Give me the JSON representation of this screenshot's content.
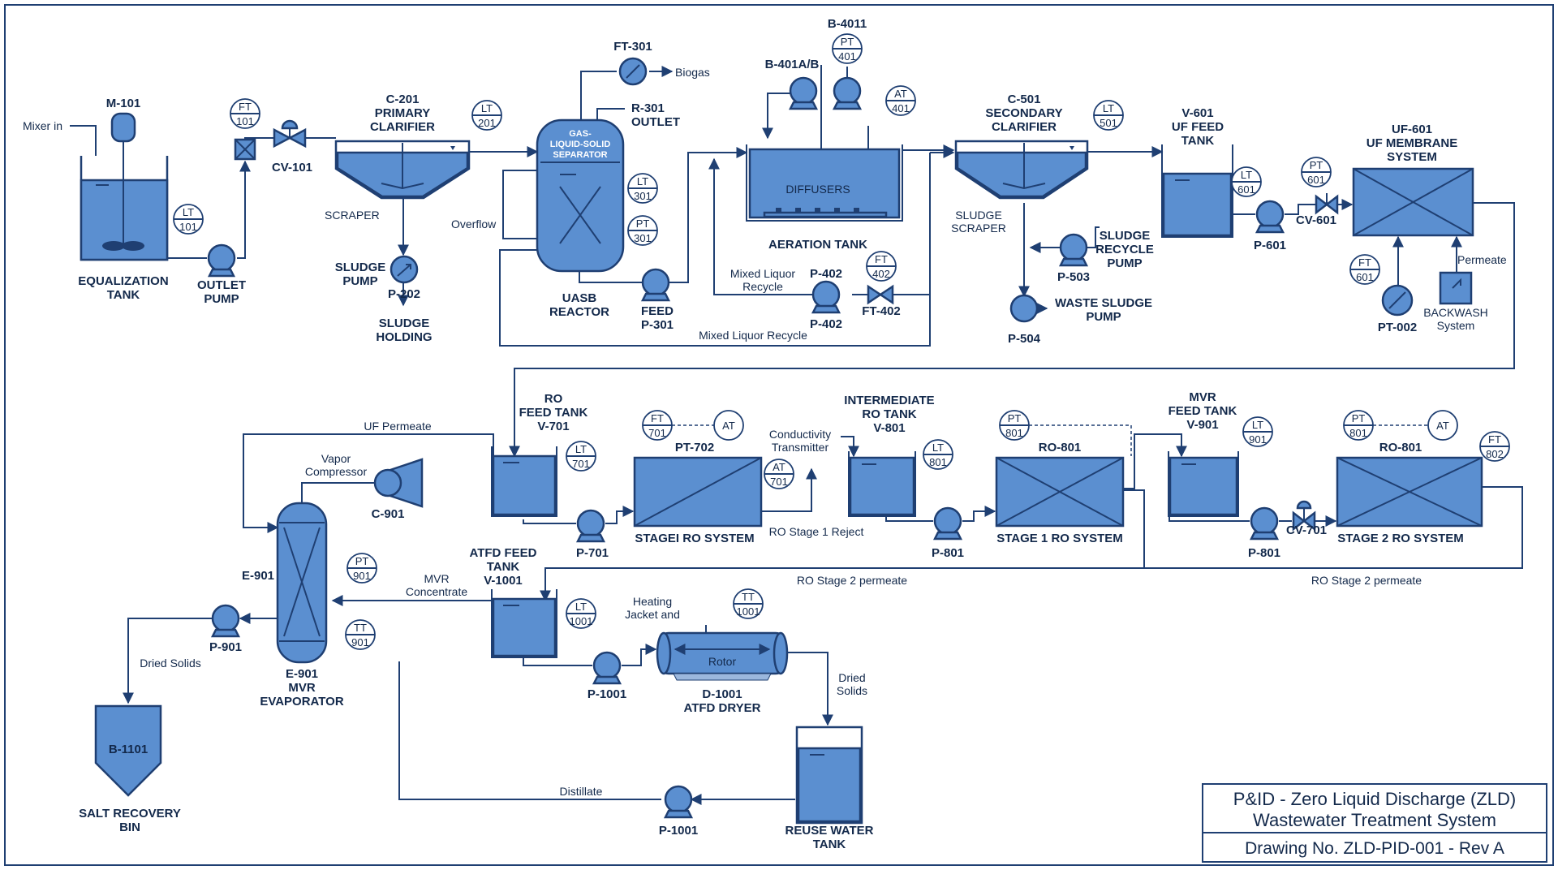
{
  "title_block": {
    "line1": "P&ID - Zero Liquid Discharge (ZLD)",
    "line2": "Wastewater Treatment System",
    "drawing_no": "Drawing No. ZLD-PID-001 - Rev A"
  },
  "labels": {
    "mixer_in": "Mixer in",
    "m101": "M-101",
    "eq_tank_1": "EQUALIZATION",
    "eq_tank_2": "TANK",
    "outlet_pump_1": "OUTLET",
    "outlet_pump_2": "PUMP",
    "cv101": "CV-101",
    "c201": "C-201",
    "primary_1": "PRIMARY",
    "primary_2": "CLARIFIER",
    "scraper": "SCRAPER",
    "sludge_pump_1": "SLUDGE",
    "sludge_pump_2": "PUMP",
    "p202": "P-202",
    "sludge_holding_1": "SLUDGE",
    "sludge_holding_2": "HOLDING",
    "ft301_tag": "FT-301",
    "biogas": "Biogas",
    "r301_1": "R-301",
    "r301_2": "OUTLET",
    "gls_1": "GAS-",
    "gls_2": "LIQUID-SOLID",
    "gls_3": "SEPARATOR",
    "overflow": "Overflow",
    "uasb_1": "UASB",
    "uasb_2": "REACTOR",
    "feed_p301_1": "FEED",
    "feed_p301_2": "P-301",
    "mixed_liquor_recycle": "Mixed Liquor Recycle",
    "b4011": "B-4011",
    "b401ab": "B-401A/B",
    "diffusers": "DIFFUSERS",
    "aeration_tank": "AERATION TANK",
    "mlr_1": "Mixed Liquor",
    "mlr_2": "Recycle",
    "p402_a": "P-402",
    "p402_b": "P-402",
    "ft402_tag": "FT-402",
    "c501": "C-501",
    "secondary_1": "SECONDARY",
    "secondary_2": "CLARIFIER",
    "sludge_scraper_1": "SLUDGE",
    "sludge_scraper_2": "SCRAPER",
    "srp_1": "SLUDGE",
    "srp_2": "RECYCLE",
    "srp_3": "PUMP",
    "p503": "P-503",
    "wsp_1": "WASTE SLUDGE",
    "wsp_2": "PUMP",
    "p504": "P-504",
    "v601_1": "V-601",
    "v601_2": "UF FEED",
    "v601_3": "TANK",
    "p601": "P-601",
    "cv601": "CV-601",
    "uf601_1": "UF-601",
    "uf601_2": "UF MEMBRANE",
    "uf601_3": "SYSTEM",
    "permeate": "Permeate",
    "pt002": "PT-002",
    "backwash_1": "BACKWASH",
    "backwash_2": "System",
    "ro_feed_1": "RO",
    "ro_feed_2": "FEED TANK",
    "ro_feed_3": "V-701",
    "uf_permeate": "UF Permeate",
    "p701": "P-701",
    "pt702": "PT-702",
    "stage1_ro_a": "STAGEI RO SYSTEM",
    "cond_1": "Conductivity",
    "cond_2": "Transmitter",
    "ro_stage1_reject": "RO Stage 1 Reject",
    "int_1": "INTERMEDIATE",
    "int_2": "RO TANK",
    "int_3": "V-801",
    "p801_a": "P-801",
    "ro801_a": "RO-801",
    "stage1_ro_b": "STAGE 1 RO SYSTEM",
    "mvr_feed_1": "MVR",
    "mvr_feed_2": "FEED TANK",
    "mvr_feed_3": "V-901",
    "p801_b": "P-801",
    "cv701": "CV-701",
    "ro801_b": "RO-801",
    "stage2_ro": "STAGE 2 RO SYSTEM",
    "ro_stage2_perm_a": "RO Stage 2 permeate",
    "ro_stage2_perm_b": "RO Stage 2 permeate",
    "vapor_1": "Vapor",
    "vapor_2": "Compressor",
    "c901": "C-901",
    "e901_side": "E-901",
    "e901_1": "E-901",
    "e901_2": "MVR",
    "e901_3": "EVAPORATOR",
    "mvr_conc_1": "MVR",
    "mvr_conc_2": "Concentrate",
    "p901": "P-901",
    "dried_solids_a": "Dried Solids",
    "atfd_feed_1": "ATFD FEED",
    "atfd_feed_2": "TANK",
    "atfd_feed_3": "V-1001",
    "heating_1": "Heating",
    "heating_2": "Jacket and",
    "rotor": "Rotor",
    "p1001_a": "P-1001",
    "d1001_1": "D-1001",
    "d1001_2": "ATFD DRYER",
    "dried_solids_b1": "Dried",
    "dried_solids_b2": "Solids",
    "b1101": "B-1101",
    "salt_1": "SALT RECOVERY",
    "salt_2": "BIN",
    "distillate": "Distillate",
    "p1001_b": "P-1001",
    "reuse_1": "REUSE WATER",
    "reuse_2": "TANK"
  },
  "instruments": {
    "ft101": [
      "FT",
      "101"
    ],
    "lt101": [
      "LT",
      "101"
    ],
    "lt201": [
      "LT",
      "201"
    ],
    "lt301": [
      "LT",
      "301"
    ],
    "pt301": [
      "PT",
      "301"
    ],
    "pt401": [
      "PT",
      "401"
    ],
    "at401": [
      "AT",
      "401"
    ],
    "ft402": [
      "FT",
      "402"
    ],
    "lt501": [
      "LT",
      "501"
    ],
    "lt601": [
      "LT",
      "601"
    ],
    "pt601": [
      "PT",
      "601"
    ],
    "ft601": [
      "FT",
      "601"
    ],
    "lt701": [
      "LT",
      "701"
    ],
    "ft701": [
      "FT",
      "701"
    ],
    "at_702": [
      "AT",
      ""
    ],
    "at701": [
      "AT",
      "701"
    ],
    "lt801": [
      "LT",
      "801"
    ],
    "pt801": [
      "PT",
      "801"
    ],
    "lt901": [
      "LT",
      "901"
    ],
    "pt801b": [
      "PT",
      "801"
    ],
    "at_802": [
      "AT",
      ""
    ],
    "ft802": [
      "FT",
      "802"
    ],
    "pt901": [
      "PT",
      "901"
    ],
    "tt901": [
      "TT",
      "901"
    ],
    "lt1001": [
      "LT",
      "1001"
    ],
    "tt1001": [
      "TT",
      "1001"
    ]
  },
  "colors": {
    "equipment_fill": "#5b8fd0",
    "line": "#1f3f72",
    "text": "#13294b"
  }
}
